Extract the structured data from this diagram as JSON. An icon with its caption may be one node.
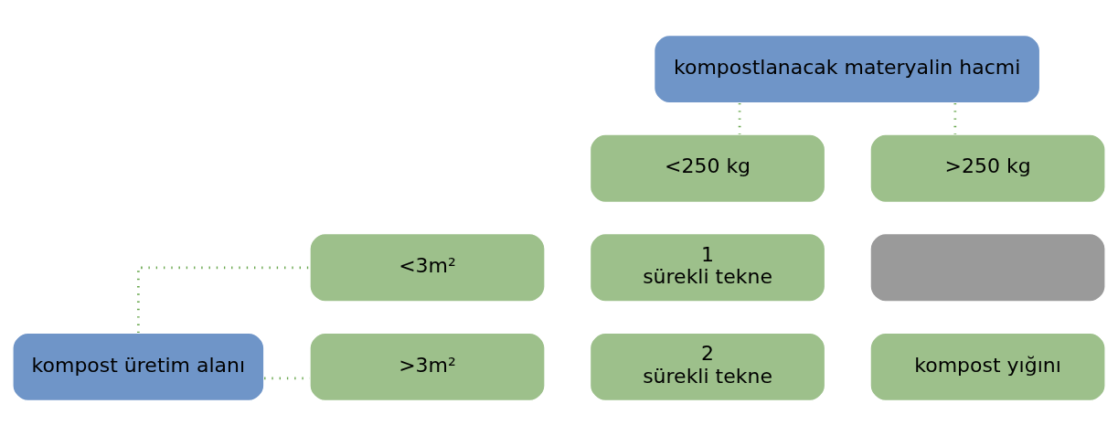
{
  "diagram": {
    "nodes": [
      {
        "text": [
          "kompostlanacak materyalin hacmi"
        ]
      },
      {
        "text": [
          "<250 kg"
        ]
      },
      {
        "text": [
          ">250 kg"
        ]
      },
      {
        "text": [
          "1",
          "sürekli tekne"
        ]
      },
      {
        "text": [],
        "shape": "box"
      },
      {
        "text": [
          "2",
          "sürekli tekne"
        ]
      },
      {
        "text": [
          "kompost yığını"
        ]
      },
      {
        "text": [
          "kompost üretim alanı"
        ]
      },
      {
        "text": [
          "<3m²"
        ]
      },
      {
        "text": [
          ">3m²"
        ]
      }
    ],
    "edges": [
      {
        "from": 0,
        "to": 1,
        "arrow": "none"
      },
      {
        "from": 0,
        "to": 2,
        "arrow": "none"
      },
      {
        "from": 7,
        "to": 8,
        "arrow": "none"
      },
      {
        "from": 7,
        "to": 9,
        "arrow": "none"
      }
    ]
  }
}
